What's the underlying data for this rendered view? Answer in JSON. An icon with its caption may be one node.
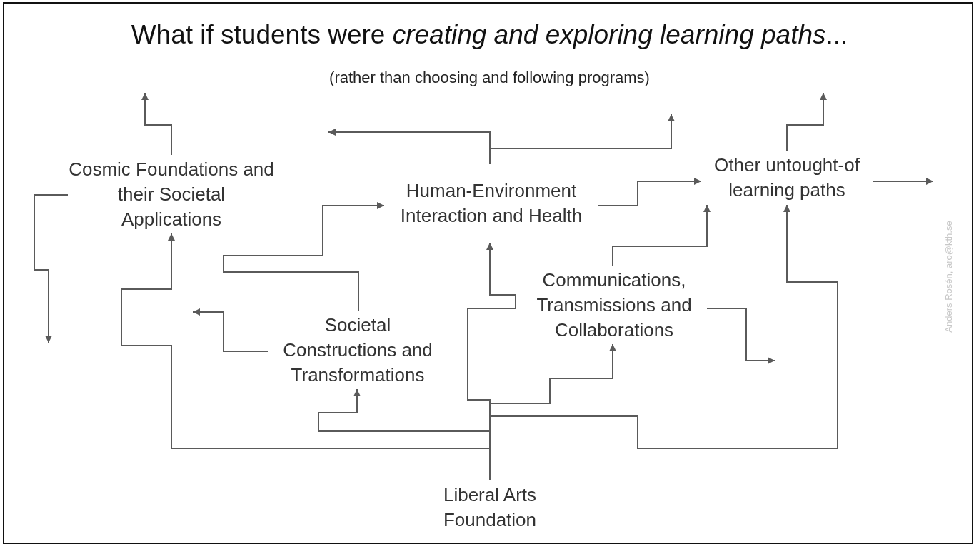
{
  "diagram": {
    "title": "What if students were *creating and exploring learning paths*...",
    "nodes": [
      {
        "text": [
          "Cosmic Foundations and their Societal Applications"
        ]
      },
      {
        "text": [
          "Human-Environment Interaction and Health"
        ]
      },
      {
        "text": [
          "Other untought-of learning paths"
        ]
      },
      {
        "text": [
          "Communications, Transmissions and Collaborations"
        ]
      },
      {
        "text": [
          "Societal Constructions and Transformations"
        ]
      },
      {
        "text": [
          "Liberal Arts Foundation"
        ]
      }
    ],
    "edges": [
      {
        "from": 5,
        "to": 0,
        "arrow": "to"
      },
      {
        "from": 5,
        "to": 4,
        "arrow": "to"
      },
      {
        "from": 5,
        "to": 3,
        "arrow": "to"
      },
      {
        "from": 5,
        "to": 2,
        "arrow": "to"
      },
      {
        "from": 5,
        "to": 1,
        "arrow": "to"
      },
      {
        "from": 4,
        "to": 1,
        "arrow": "to"
      },
      {
        "from": 4,
        "to": null,
        "arrow": "to"
      },
      {
        "from": 1,
        "to": 2,
        "arrow": "to"
      },
      {
        "from": 1,
        "to": null,
        "arrow": "to"
      },
      {
        "from": 1,
        "to": null,
        "arrow": "to"
      },
      {
        "from": 3,
        "to": 2,
        "arrow": "to"
      },
      {
        "from": 3,
        "to": null,
        "arrow": "to"
      },
      {
        "from": 0,
        "to": null,
        "arrow": "to"
      },
      {
        "from": 0,
        "to": null,
        "arrow": "to"
      },
      {
        "from": 2,
        "to": null,
        "arrow": "to"
      },
      {
        "from": 2,
        "to": null,
        "arrow": "to"
      }
    ],
    "labels": [
      "(rather than choosing and following programs)",
      "Anders Rosén, aro@kth.se"
    ]
  }
}
